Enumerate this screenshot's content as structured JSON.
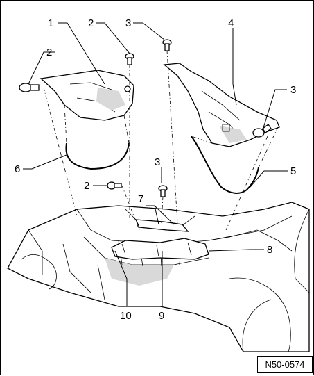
{
  "figure_code": "N50-0574",
  "callouts": [
    {
      "id": "c1",
      "text": "1"
    },
    {
      "id": "c2a",
      "text": "2"
    },
    {
      "id": "c2b",
      "text": "2"
    },
    {
      "id": "c2c",
      "text": "2"
    },
    {
      "id": "c3a",
      "text": "3"
    },
    {
      "id": "c3b",
      "text": "3"
    },
    {
      "id": "c3c",
      "text": "3"
    },
    {
      "id": "c4",
      "text": "4"
    },
    {
      "id": "c5",
      "text": "5"
    },
    {
      "id": "c6",
      "text": "6"
    },
    {
      "id": "c7",
      "text": "7"
    },
    {
      "id": "c8",
      "text": "8"
    },
    {
      "id": "c9",
      "text": "9"
    },
    {
      "id": "c10",
      "text": "10"
    }
  ]
}
